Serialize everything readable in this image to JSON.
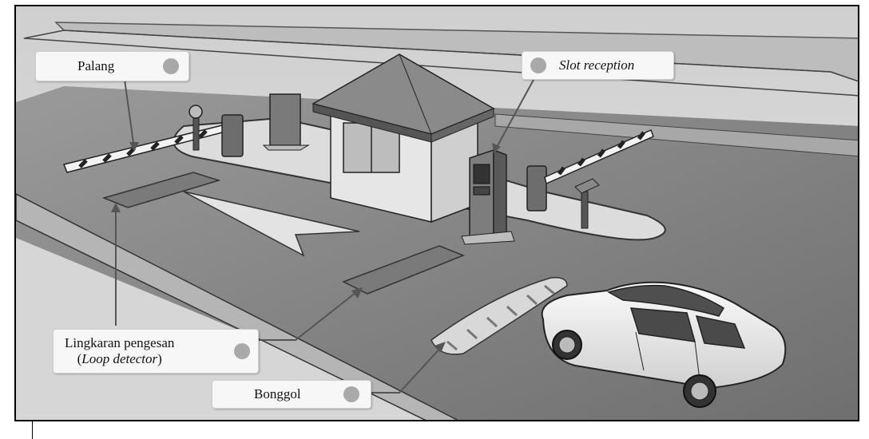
{
  "labels": {
    "palang": "Palang",
    "slot_reception": "Slot reception",
    "loop_line1": "Lingkaran pengesan",
    "loop_open": "(",
    "loop_italic": "Loop detector",
    "loop_close": ")",
    "bonggol": "Bonggol"
  },
  "colors": {
    "road": "#8f8f8f",
    "island": "#d9d9d9",
    "label_dot": "#a9a9a9",
    "leader_line": "#555555"
  }
}
